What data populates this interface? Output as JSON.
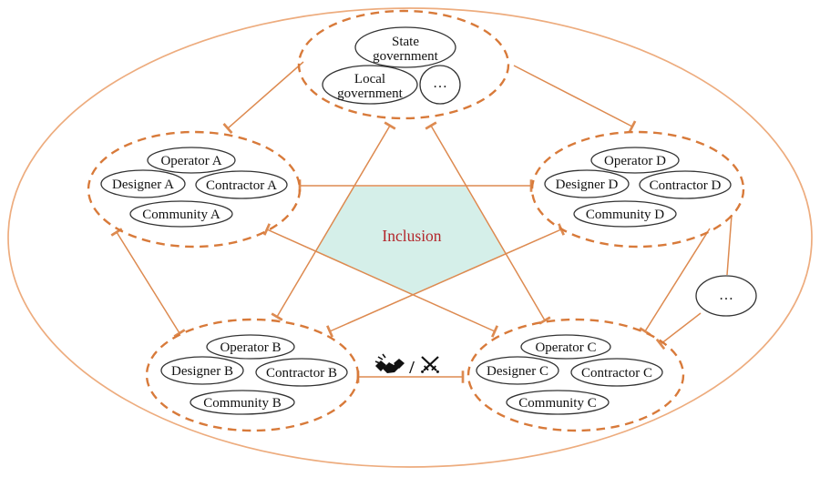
{
  "colors": {
    "outer_boundary": "#edac7e",
    "cluster_outline": "#d87a3a",
    "connector": "#dd8a50",
    "inclusion_fill": "#d5efe9",
    "inclusion_text": "#b3262b",
    "node_outline": "#333333",
    "icon": "#111111"
  },
  "center": {
    "label": "Inclusion"
  },
  "clusters": {
    "government": {
      "state_line1": "State",
      "state_line2": "government",
      "local_line1": "Local",
      "local_line2": "government",
      "more": "…"
    },
    "a": {
      "operator": "Operator A",
      "designer": "Designer A",
      "contractor": "Contractor A",
      "community": "Community A"
    },
    "b": {
      "operator": "Operator B",
      "designer": "Designer B",
      "contractor": "Contractor B",
      "community": "Community B"
    },
    "c": {
      "operator": "Operator C",
      "designer": "Designer C",
      "contractor": "Contractor C",
      "community": "Community C"
    },
    "d": {
      "operator": "Operator D",
      "designer": "Designer D",
      "contractor": "Contractor D",
      "community": "Community D"
    }
  },
  "more_group": {
    "label": "…"
  },
  "relation": {
    "icon_left": "handshake",
    "separator": "/",
    "icon_right": "crossed-swords"
  }
}
